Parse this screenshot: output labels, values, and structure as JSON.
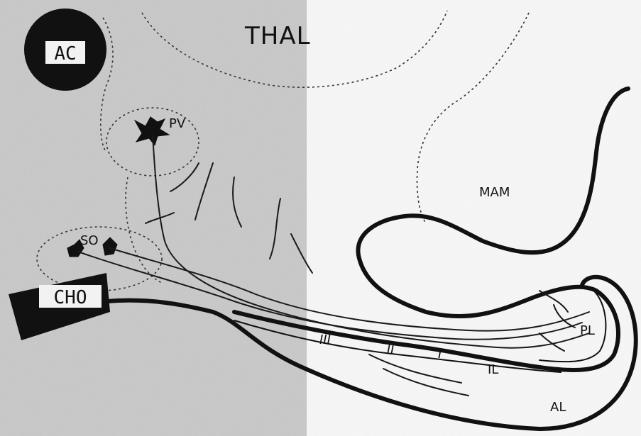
{
  "figure": {
    "labels": {
      "ac": "AC",
      "thal": "THAL",
      "pv": "PV",
      "so": "SO",
      "cho": "CHO",
      "mam": "MAM",
      "pl": "PL",
      "il": "IL",
      "al": "AL",
      "roman_iii": "III",
      "roman_ii": "II",
      "roman_i": "I"
    }
  }
}
